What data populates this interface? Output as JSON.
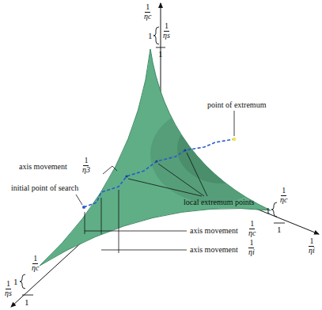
{
  "diagram": {
    "labels": [
      "1",
      "ηc",
      "1",
      "ηs",
      "1",
      "1",
      "point of extremum",
      "axis movement",
      "1",
      "η3",
      "initial point of search",
      "local extremum points",
      "1",
      "ηc",
      "1",
      "1",
      "1",
      "ηi",
      "axis movement",
      "1",
      "ηc",
      "axis movement",
      "1",
      "ηi",
      "1",
      "ηc",
      "1",
      "1",
      "1",
      "ηs"
    ]
  }
}
